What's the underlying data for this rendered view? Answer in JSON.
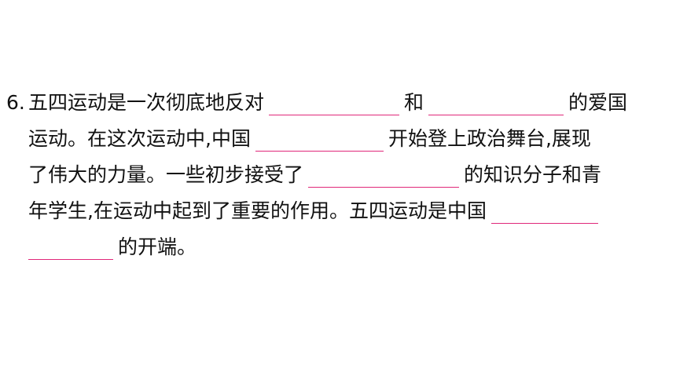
{
  "question": {
    "number": "6.",
    "line1": {
      "text_a": "五四运动是一次彻底地反对",
      "text_b": "和",
      "text_c": "的爱国"
    },
    "line2": {
      "text_a": "运动。在这次运动中,中国",
      "text_b": "开始登上政治舞台,展现"
    },
    "line3": {
      "text_a": "了伟大的力量。一些初步接受了",
      "text_b": "的知识分子和青"
    },
    "line4": {
      "text_a": "年学生,在运动中起到了重要的作用。五四运动是中国"
    },
    "line5": {
      "text_a": "的开端。"
    }
  }
}
